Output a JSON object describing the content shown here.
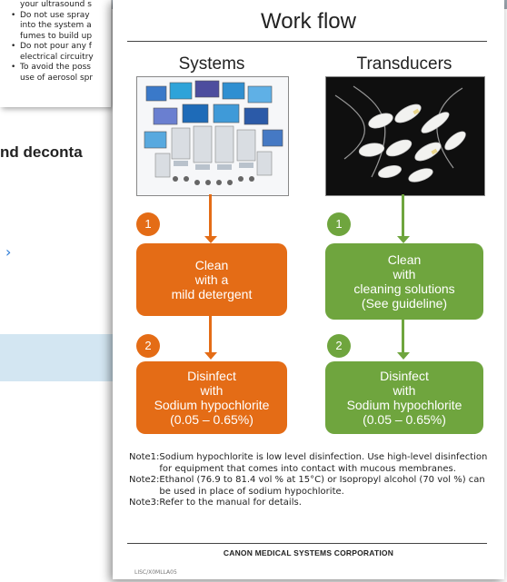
{
  "background_doc": {
    "bullet_lines": [
      {
        "text": "your ultrasound s",
        "bullet": false
      },
      {
        "text": "Do not use spray",
        "bullet": true
      },
      {
        "text": "into the system a",
        "bullet": false
      },
      {
        "text": "fumes to build up",
        "bullet": false
      },
      {
        "text": "Do not pour any f",
        "bullet": true
      },
      {
        "text": "electrical circuitry",
        "bullet": false
      },
      {
        "text": "To avoid the poss",
        "bullet": true
      },
      {
        "text": "use of aerosol spr",
        "bullet": false
      }
    ],
    "heading_fragment": "nd deconta"
  },
  "workflow": {
    "title": "Work flow",
    "columns": {
      "systems": {
        "title": "Systems",
        "step1": {
          "number": "1",
          "lines": [
            "Clean",
            "with a",
            "mild detergent"
          ]
        },
        "step2": {
          "number": "2",
          "lines": [
            "Disinfect",
            "with",
            "Sodium hypochlorite",
            "(0.05 – 0.65%)"
          ]
        }
      },
      "transducers": {
        "title": "Transducers",
        "step1": {
          "number": "1",
          "lines": [
            "Clean",
            "with",
            "cleaning solutions",
            "(See guideline)"
          ]
        },
        "step2": {
          "number": "2",
          "lines": [
            "Disinfect",
            "with",
            "Sodium hypochlorite",
            "(0.05 – 0.65%)"
          ]
        }
      }
    },
    "notes": [
      {
        "label": "Note1:",
        "text": "Sodium hypochlorite is low level disinfection. Use high-level disinfection for equipment that comes into contact with mucous membranes."
      },
      {
        "label": "Note2:",
        "text": "Ethanol (76.9 to 81.4 vol % at 15°C) or Isopropyl alcohol (70 vol %) can be used in place of sodium hypochlorite."
      },
      {
        "label": "Note3:",
        "text": "Refer to the manual for details."
      }
    ],
    "footer": {
      "corporation": "CANON MEDICAL SYSTEMS CORPORATION",
      "code": "LISC/X0MLLA05"
    },
    "colors": {
      "systems_accent": "#e46c16",
      "transducers_accent": "#6fa53e"
    },
    "images": {
      "systems": "ultrasound-systems-collage",
      "transducers": "transducer-probes-photo"
    }
  }
}
